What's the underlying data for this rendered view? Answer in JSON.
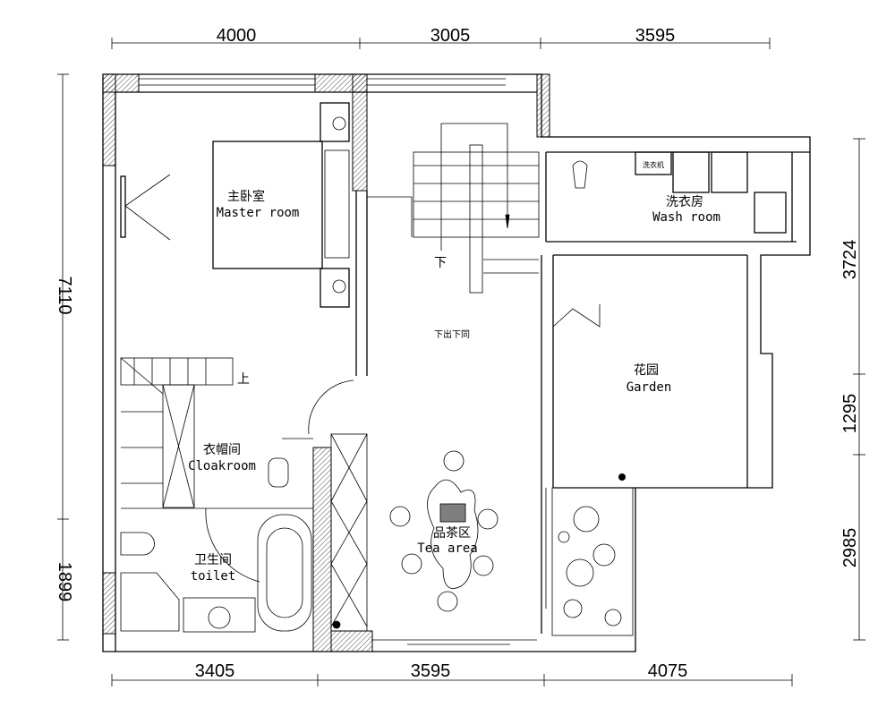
{
  "dimensions": {
    "top": [
      "4000",
      "3005",
      "3595"
    ],
    "bottom": [
      "3405",
      "3595",
      "4075"
    ],
    "left": [
      "7110",
      "1899"
    ],
    "right": [
      "3724",
      "1295",
      "2985"
    ]
  },
  "rooms": {
    "master": {
      "cn": "主卧室",
      "en": "Master room"
    },
    "wash": {
      "cn": "洗衣房",
      "en": "Wash room"
    },
    "garden": {
      "cn": "花园",
      "en": "Garden"
    },
    "cloak": {
      "cn": "衣帽间",
      "en": "Cloakroom"
    },
    "toilet": {
      "cn": "卫生间",
      "en": "toilet"
    },
    "tea": {
      "cn": "品茶区",
      "en": "Tea area"
    }
  },
  "annotations": {
    "stairs_down": "下",
    "stairs_up": "上",
    "void_note": "下出下同",
    "washer_label": "洗衣机"
  }
}
